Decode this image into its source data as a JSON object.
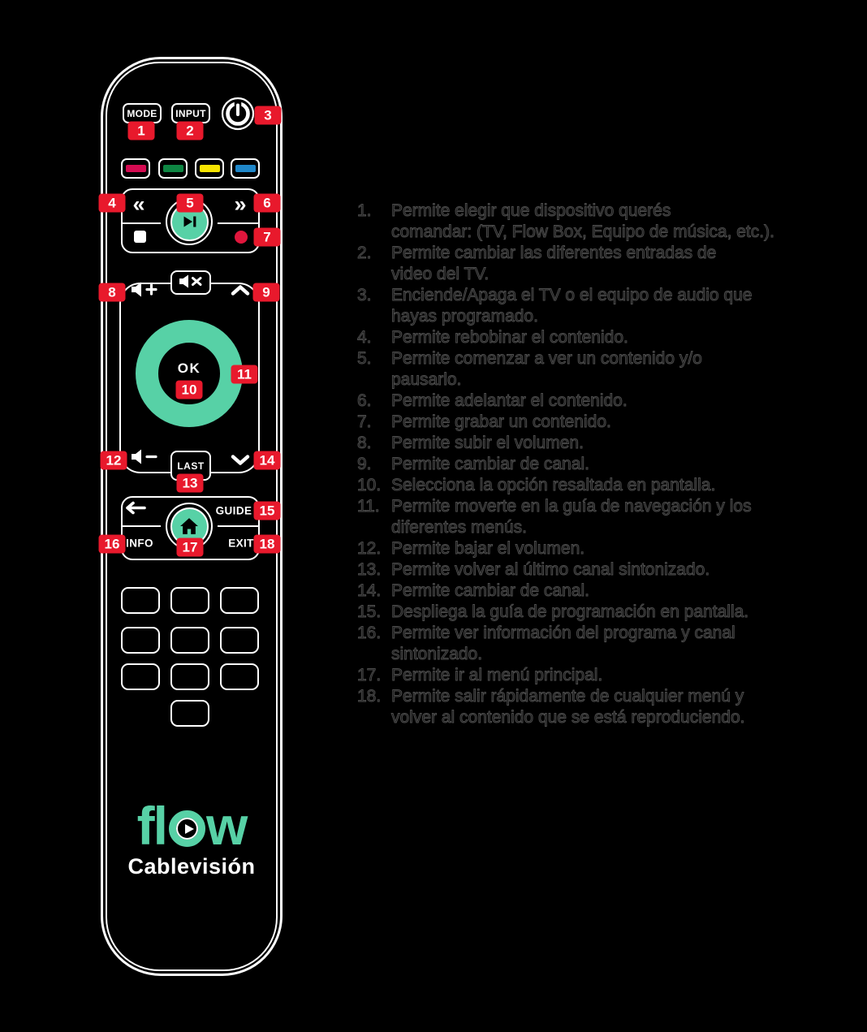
{
  "colors": {
    "accent_teal": "#57D1A6",
    "callout_red": "#E8192C",
    "record_red": "#E0163C",
    "color_key_pink": "#D60B52",
    "color_key_green": "#0E8643",
    "color_key_yellow": "#F7E400",
    "color_key_blue": "#1F87C9"
  },
  "remote": {
    "mode_label": "MODE",
    "input_label": "INPUT",
    "ok_label": "OK",
    "last_label": "LAST",
    "guide_label": "GUIDE",
    "info_label": "INFO",
    "exit_label": "EXIT",
    "icons": {
      "rewind_glyph": "«",
      "forward_glyph": "»",
      "power": "power-icon",
      "play_pause": "play-pause-icon",
      "stop": "stop-icon",
      "record": "record-icon",
      "volume_up": "volume-plus-icon",
      "volume_down": "volume-minus-icon",
      "mute": "mute-icon",
      "channel_up": "chevron-up-icon",
      "channel_down": "chevron-down-icon",
      "back": "back-arrow-icon",
      "home": "home-icon"
    },
    "brand": {
      "logo_prefix": "fl",
      "logo_suffix": "w",
      "logo_word": "flow",
      "subtitle": "Cablevisión"
    }
  },
  "callouts": [
    "1",
    "2",
    "3",
    "4",
    "5",
    "6",
    "7",
    "8",
    "9",
    "10",
    "11",
    "12",
    "13",
    "14",
    "15",
    "16",
    "17",
    "18"
  ],
  "instructions": {
    "items": [
      {
        "n": "1.",
        "t": "Permite elegir que dispositivo querés\ncomandar: (TV, Flow Box, Equipo de música, etc.)."
      },
      {
        "n": "2.",
        "t": "Permite cambiar las diferentes entradas de\nvideo del TV."
      },
      {
        "n": "3.",
        "t": "Enciende/Apaga el TV o el equipo de audio que\nhayas programado."
      },
      {
        "n": "4.",
        "t": "Permite rebobinar el contenido."
      },
      {
        "n": "5.",
        "t": "Permite comenzar a ver un contenido y/o\npausarlo."
      },
      {
        "n": "6.",
        "t": "Permite adelantar el contenido."
      },
      {
        "n": "7.",
        "t": "Permite grabar un contenido."
      },
      {
        "n": "8.",
        "t": "Permite subir el volumen."
      },
      {
        "n": "9.",
        "t": "Permite cambiar de canal."
      },
      {
        "n": "10.",
        "t": "Selecciona la opción resaltada en pantalla."
      },
      {
        "n": "11.",
        "t": "Permite moverte en la guía de navegación y los\ndiferentes menús."
      },
      {
        "n": "12.",
        "t": "Permite bajar el volumen."
      },
      {
        "n": "13.",
        "t": "Permite volver al último canal sintonizado."
      },
      {
        "n": "14.",
        "t": "Permite cambiar de canal."
      },
      {
        "n": "15.",
        "t": "Despliega la guía de programación en pantalla."
      },
      {
        "n": "16.",
        "t": "Permite ver información del programa y canal\nsintonizado."
      },
      {
        "n": "17.",
        "t": "Permite ir al menú principal."
      },
      {
        "n": "18.",
        "t": "Permite salir rápidamente de cualquier menú y\nvolver al contenido que se está reproduciendo."
      }
    ]
  }
}
